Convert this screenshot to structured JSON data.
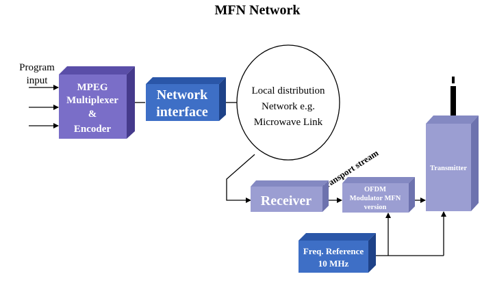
{
  "title": "MFN Network",
  "inputs": {
    "label_line1": "Program",
    "label_line2": "input"
  },
  "blocks": {
    "mpeg": {
      "lines": [
        "MPEG",
        "Multiplexer",
        "&",
        "Encoder"
      ]
    },
    "network_interface": {
      "lines": [
        "Network",
        "interface"
      ]
    },
    "local_distribution": {
      "lines": [
        "Local distribution",
        "Network e.g.",
        "Microwave Link"
      ]
    },
    "receiver": {
      "label": "Receiver"
    },
    "ofdm": {
      "lines": [
        "OFDM",
        "Modulator MFN",
        "version"
      ]
    },
    "transmitter": {
      "label": "Transmitter"
    },
    "freq_reference": {
      "lines": [
        "Freq. Reference",
        "10 MHz"
      ]
    }
  },
  "annotations": {
    "transport_stream": "Transport stream"
  },
  "colors": {
    "front_purple": "#7a6ec8",
    "top_purple": "#5a4ea8",
    "side_purple": "#453a8c",
    "front_blue": "#3e6fc6",
    "top_blue": "#2a56a8",
    "side_blue": "#1e4288",
    "front_lilac": "#9b9ed2",
    "top_lilac": "#8489c2",
    "side_lilac": "#6d72ae"
  }
}
